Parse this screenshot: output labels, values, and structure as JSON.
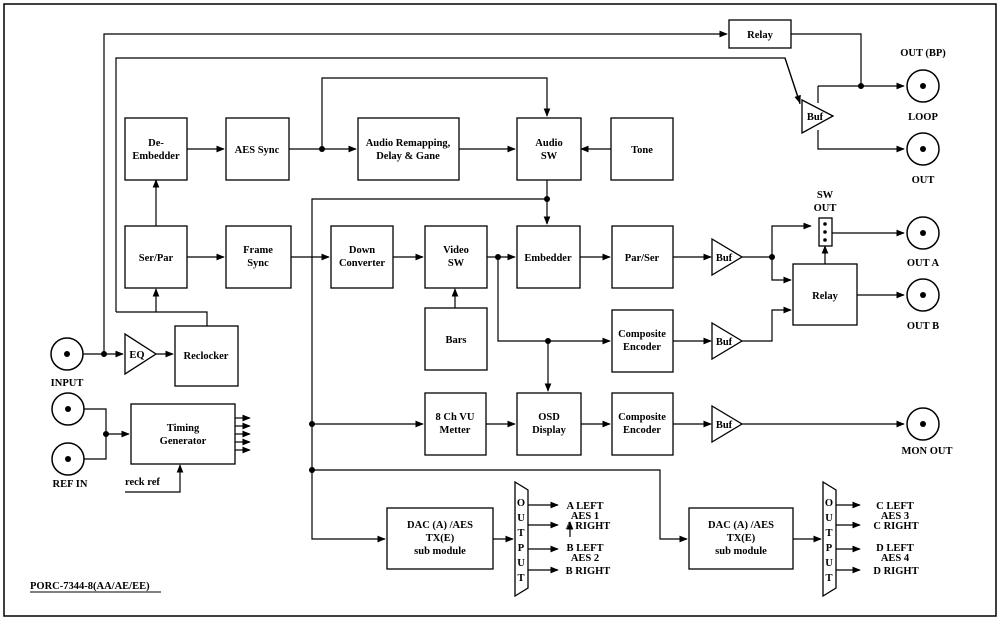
{
  "diagram": {
    "footer_label": "PORC-7344-8(AA/AE/EE)",
    "blocks": {
      "relay_top": "Relay",
      "de_embedder": [
        "De-",
        "Embedder"
      ],
      "aes_sync": "AES Sync",
      "audio_remap": [
        "Audio Remapping,",
        "Delay & Gane"
      ],
      "audio_sw": [
        "Audio",
        "SW"
      ],
      "tone": "Tone",
      "ser_par": "Ser/Par",
      "frame_sync": [
        "Frame",
        "Sync"
      ],
      "down_converter": [
        "Down",
        "Converter"
      ],
      "video_sw": [
        "Video",
        "SW"
      ],
      "embedder": "Embedder",
      "par_ser": "Par/Ser",
      "relay_mid": "Relay",
      "bars": "Bars",
      "composite_encoder_1": [
        "Composite",
        "Encoder"
      ],
      "reclocker": "Reclocker",
      "timing_generator": [
        "Timing",
        "Generator"
      ],
      "vu_meter": [
        "8 Ch VU",
        "Metter"
      ],
      "osd_display": [
        "OSD",
        "Display"
      ],
      "composite_encoder_2": [
        "Composite",
        "Encoder"
      ],
      "dac_left": [
        "DAC (A) /AES",
        "TX(E)",
        "sub module"
      ],
      "dac_right": [
        "DAC (A) /AES",
        "TX(E)",
        "sub module"
      ]
    },
    "amps": {
      "eq": "EQ",
      "buf_top": "Buf",
      "buf_a": "Buf",
      "buf_b": "Buf",
      "buf_mon": "Buf"
    },
    "sw_out": [
      "SW",
      "OUT"
    ],
    "output_mux_letters": [
      "O",
      "U",
      "T",
      "P",
      "U",
      "T"
    ],
    "connectors": {
      "input": "INPUT",
      "ref_in": "REF IN",
      "out_bp": "OUT (BP)",
      "loop": "LOOP",
      "out": "OUT",
      "out_a": "OUT A",
      "out_b": "OUT B",
      "mon_out": "MON OUT"
    },
    "reck_ref": "reck ref",
    "audio_outputs_left": [
      "A LEFT",
      "AES 1",
      "A RIGHT",
      "B LEFT",
      "AES 2",
      "B RIGHT"
    ],
    "audio_outputs_right": [
      "C LEFT",
      "AES 3",
      "C RIGHT",
      "D LEFT",
      "AES 4",
      "D RIGHT"
    ]
  }
}
